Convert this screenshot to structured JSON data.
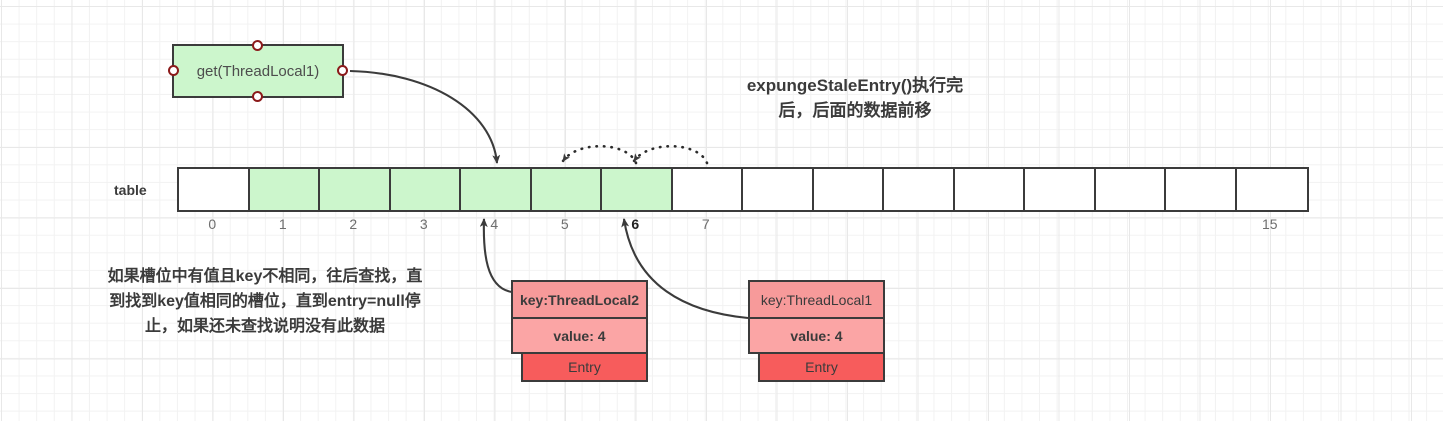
{
  "headline": {
    "line1": "expungeStaleEntry()执行完",
    "line2": "后，后面的数据前移"
  },
  "get_node": {
    "label": "get(ThreadLocal1)"
  },
  "table": {
    "label": "table",
    "cells": [
      {
        "index": "0",
        "filled": false,
        "emphasis": false
      },
      {
        "index": "1",
        "filled": true,
        "emphasis": false
      },
      {
        "index": "2",
        "filled": true,
        "emphasis": false
      },
      {
        "index": "3",
        "filled": true,
        "emphasis": false
      },
      {
        "index": "4",
        "filled": true,
        "emphasis": false
      },
      {
        "index": "5",
        "filled": true,
        "emphasis": false
      },
      {
        "index": "6",
        "filled": true,
        "emphasis": true
      },
      {
        "index": "7",
        "filled": false,
        "emphasis": false
      },
      {
        "index": "",
        "filled": false,
        "emphasis": false
      },
      {
        "index": "",
        "filled": false,
        "emphasis": false
      },
      {
        "index": "",
        "filled": false,
        "emphasis": false
      },
      {
        "index": "",
        "filled": false,
        "emphasis": false
      },
      {
        "index": "",
        "filled": false,
        "emphasis": false
      },
      {
        "index": "",
        "filled": false,
        "emphasis": false
      },
      {
        "index": "",
        "filled": false,
        "emphasis": false
      },
      {
        "index": "15",
        "filled": false,
        "emphasis": false
      }
    ]
  },
  "left_note": {
    "line1": "如果槽位中有值且key不相同，往后查找，直",
    "line2": "到找到key值相同的槽位，直到entry=null停",
    "line3": "止，如果还未查找说明没有此数据"
  },
  "entries": [
    {
      "key": "key:ThreadLocal2",
      "value": "value: 4",
      "tag": "Entry",
      "key_bold": true
    },
    {
      "key": "key:ThreadLocal1",
      "value": "value: 4",
      "tag": "Entry",
      "key_bold": false
    }
  ],
  "colors": {
    "slot_filled": "#ccf6cc",
    "entry_key": "#f79a9a",
    "entry_value": "#fba5a5",
    "entry_tag": "#f75c5c",
    "stroke": "#3b3b3b",
    "port_ring": "#8b1a1a"
  }
}
